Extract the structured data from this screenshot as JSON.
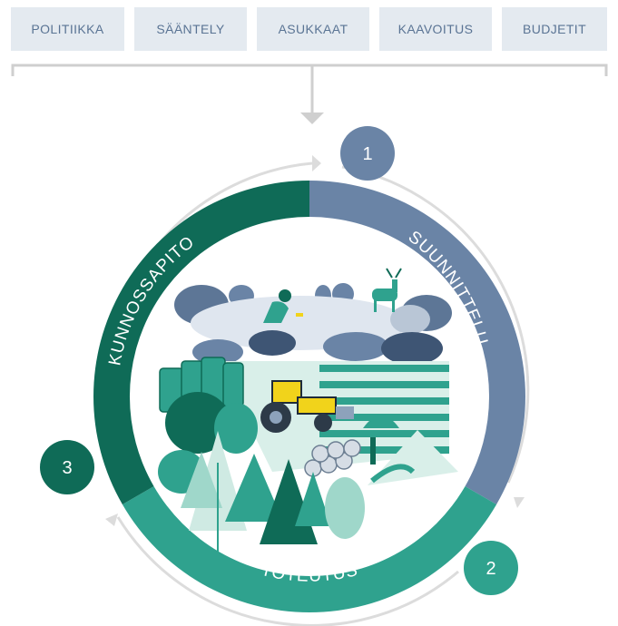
{
  "categories": [
    {
      "label": "POLITIIKKA"
    },
    {
      "label": "SÄÄNTELY"
    },
    {
      "label": "ASUKKAAT"
    },
    {
      "label": "KAAVOITUS"
    },
    {
      "label": "BUDJETIT"
    }
  ],
  "segments": {
    "planning": {
      "label": "SUUNNITTELU",
      "number": "1",
      "color": "#6a84a6"
    },
    "implementation": {
      "label": "TOTEUTUS",
      "number": "2",
      "color": "#2fa28e"
    },
    "maintenance": {
      "label": "KUNNOSSAPITO",
      "number": "3",
      "color": "#0f6b57"
    }
  },
  "icons": {
    "arrow": "down-arrow-icon",
    "cycle": "cycle-arrows"
  }
}
